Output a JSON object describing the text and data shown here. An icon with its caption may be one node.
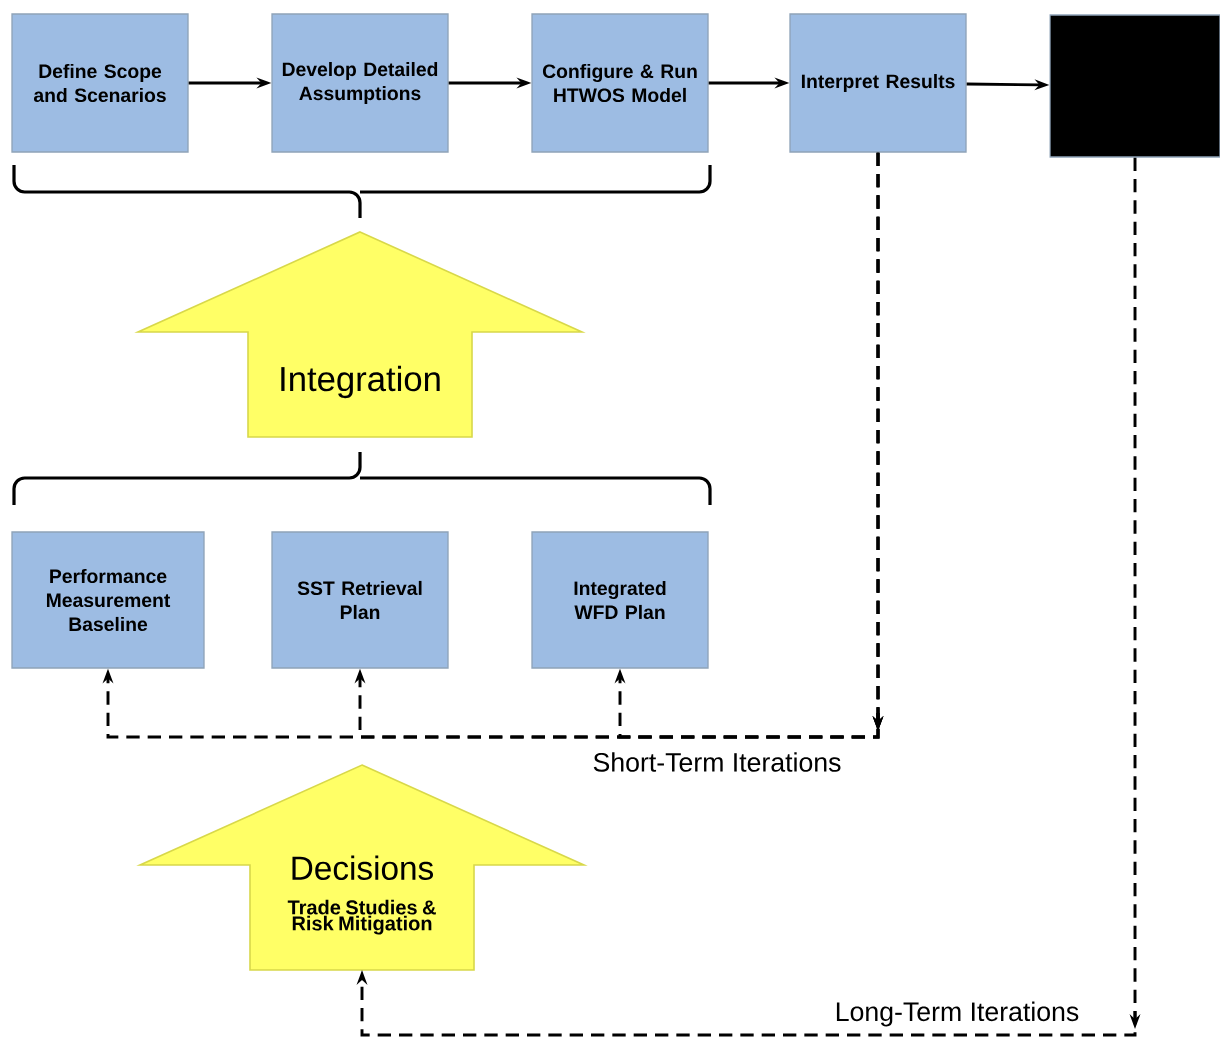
{
  "diagram": {
    "nodes": [
      {
        "text": [
          "Define Scope and Scenarios"
        ]
      },
      {
        "text": [
          "Develop Detailed Assumptions"
        ]
      },
      {
        "text": [
          "Configure & Run HTWOS Model"
        ]
      },
      {
        "text": [
          "Interpret Results"
        ]
      },
      {
        "text": [],
        "shape": "box"
      },
      {
        "text": [
          "Integration"
        ]
      },
      {
        "text": [
          "Performance Measurement Baseline"
        ]
      },
      {
        "text": [
          "SST Retrieval Plan"
        ]
      },
      {
        "text": [
          "Integrated WFD Plan"
        ]
      },
      {
        "text": [
          "Decisions",
          "Trade Studies & Risk Mitigation"
        ]
      }
    ],
    "edges": [
      {
        "from": 0,
        "to": 1,
        "arrow": "to"
      },
      {
        "from": 1,
        "to": 2,
        "arrow": "to"
      },
      {
        "from": 2,
        "to": 3,
        "arrow": "to"
      },
      {
        "from": 3,
        "to": 4,
        "arrow": "to"
      },
      {
        "from": 3,
        "to": 6,
        "arrow": "to",
        "style": "dashed"
      },
      {
        "from": 3,
        "to": 7,
        "arrow": "to",
        "style": "dashed"
      },
      {
        "from": 3,
        "to": 8,
        "arrow": "to",
        "style": "dashed"
      },
      {
        "from": 4,
        "to": 9,
        "arrow": "to",
        "style": "dashed"
      }
    ],
    "labels": [
      "Short-Term Iterations",
      "Long-Term Iterations"
    ]
  }
}
